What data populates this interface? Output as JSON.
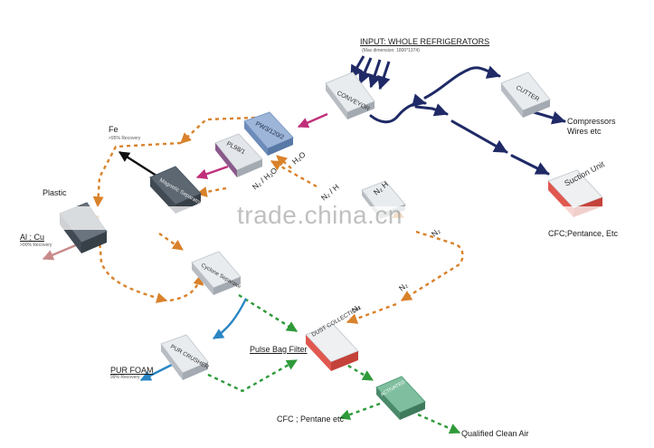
{
  "header": {
    "title": "INPUT: WHOLE REFRIGERATORS",
    "subtitle": "(Max dimension: 1800*1374)"
  },
  "boxes": {
    "conveyor": "CONVEYOR",
    "cutter": "CUTTER",
    "pw": "PW3/120/2",
    "pl": "PL98/1",
    "magnetic": "Magnetic Separator",
    "cyclone": "Cyclone Separator",
    "pur_crusher": "PUR CRUSHER",
    "dust": "DUST COLLECTION",
    "carbon": "ACTIVATED CARBON FILTER",
    "suction": "Suction Unit"
  },
  "labels": {
    "fe": "Fe",
    "fe_recovery": ">95% Recovery",
    "plastic": "Plastic",
    "alcu": "Al ; Cu",
    "alcu_recovery": ">90% Recovery",
    "compressors": "Compressors",
    "wires": "Wires etc",
    "cfc_pentane_top": "CFC;Pentance, Etc",
    "pur_foam": "PUR FOAM",
    "pur_recovery": "99% Recovery",
    "pulse_bag": "Pulse Bag Filter",
    "cfc_pentane_bottom": "CFC ; Pentane etc",
    "clean_air": "Qualified Clean Air",
    "h2o": "H₂O",
    "n2h2o": "N₂ / H₂O",
    "n2h_a": "N₂ / H",
    "n2h_b": "N₂ H",
    "n2_a": "N₂",
    "n2_b": "N₂",
    "n2_c": "N₂"
  },
  "watermark": "trade.china.cn",
  "colors": {
    "navy_arrow": "#1f2a66",
    "orange_dashed": "#d9822b",
    "green_dashed": "#2f9a3a",
    "blue_arrow": "#2a86c4",
    "magenta_arrow": "#c0307a",
    "black_arrow": "#111111",
    "box_light": "#d9dde2",
    "box_dark": "#4e5964",
    "box_blue": "#7d9cc7",
    "box_red": "#e0584f",
    "box_green": "#5aa17f"
  }
}
